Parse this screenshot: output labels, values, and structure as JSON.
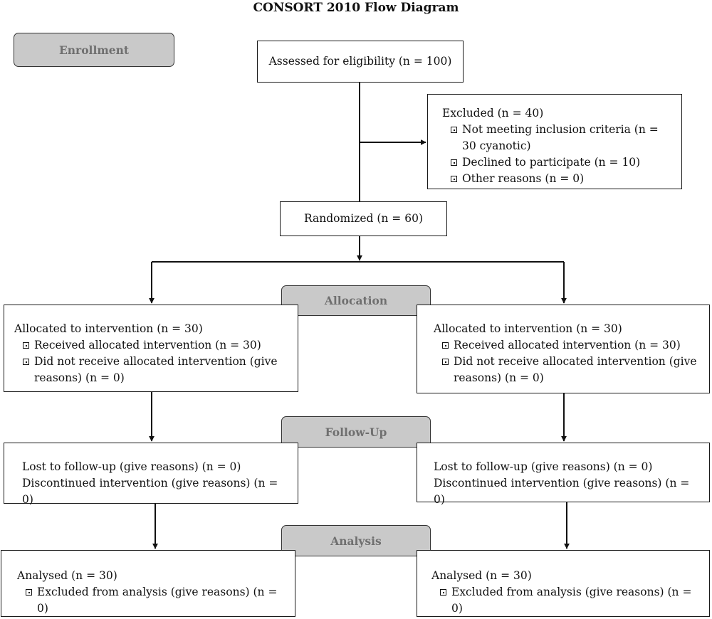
{
  "title": "CONSORT 2010 Flow Diagram",
  "stages": {
    "enrollment": "Enrollment",
    "allocation": "Allocation",
    "follow_up": "Follow-Up",
    "analysis": "Analysis"
  },
  "assessed": "Assessed for eligibility (n = 100)",
  "excluded": {
    "heading": "Excluded (n = 40)",
    "items": [
      "Not meeting inclusion criteria (n = 30 cyanotic)",
      "Declined to participate (n = 10)",
      "Other reasons (n = 0)"
    ]
  },
  "randomized": "Randomized (n = 60)",
  "arms": [
    {
      "allocation": {
        "heading": "Allocated to intervention (n = 30)",
        "items": [
          "Received allocated intervention (n = 30)",
          "Did not receive allocated intervention (give reasons) (n = 0)"
        ]
      },
      "follow_up": [
        "Lost to follow-up (give reasons) (n = 0)",
        "Discontinued intervention (give reasons) (n = 0)"
      ],
      "analysis": {
        "heading": "Analysed (n = 30)",
        "items": [
          "Excluded from analysis (give reasons) (n = 0)"
        ]
      }
    },
    {
      "allocation": {
        "heading": "Allocated to intervention (n = 30)",
        "items": [
          "Received allocated intervention (n = 30)",
          "Did not receive allocated intervention (give reasons) (n = 0)"
        ]
      },
      "follow_up": [
        "Lost to follow-up (give reasons) (n = 0)",
        "Discontinued intervention (give reasons) (n = 0)"
      ],
      "analysis": {
        "heading": "Analysed (n = 30)",
        "items": [
          "Excluded from analysis (give reasons) (n = 0)"
        ]
      }
    }
  ]
}
